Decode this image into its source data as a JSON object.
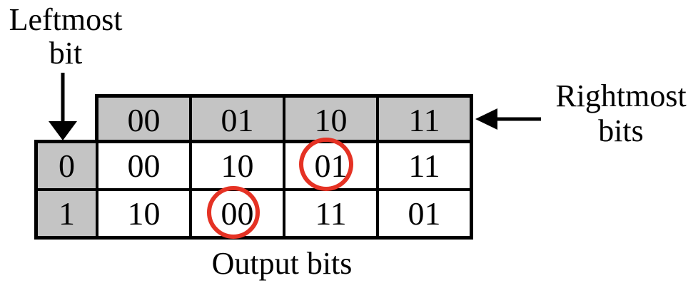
{
  "figure": {
    "leftmost_label": {
      "line1": "Leftmost",
      "line2": "bit"
    },
    "rightmost_label": {
      "line1": "Rightmost",
      "line2": "bits"
    },
    "caption": "Output bits"
  },
  "table": {
    "column_headers": [
      "00",
      "01",
      "10",
      "11"
    ],
    "rows": [
      {
        "label": "0",
        "cells": [
          "00",
          "10",
          "01",
          "11"
        ]
      },
      {
        "label": "1",
        "cells": [
          "10",
          "00",
          "11",
          "01"
        ]
      }
    ],
    "circled_cells": [
      {
        "row_label": "0",
        "column_header": "10",
        "value": "01"
      },
      {
        "row_label": "1",
        "column_header": "01",
        "value": "00"
      }
    ]
  },
  "colors": {
    "header_bg": "#c4c4c4",
    "circle_red": "#e53224",
    "border": "#000000"
  }
}
